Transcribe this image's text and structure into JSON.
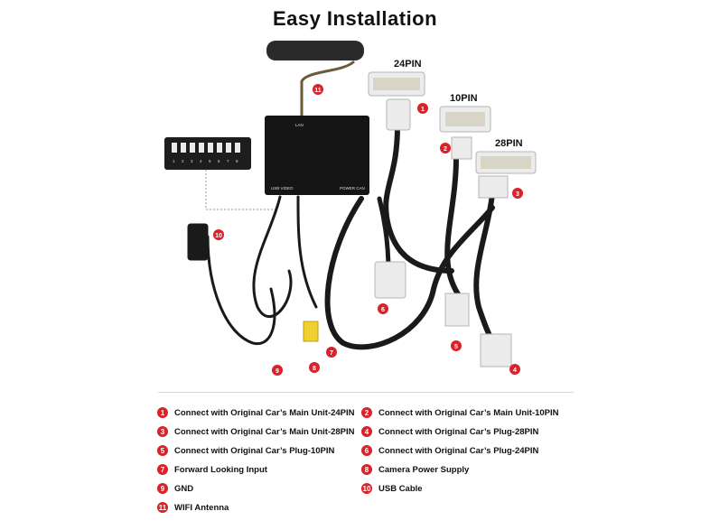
{
  "title": "Easy Installation",
  "connector_labels": {
    "pin24": "24PIN",
    "pin10": "10PIN",
    "pin28": "28PIN"
  },
  "box_labels": {
    "lan": "LAN",
    "usb_video": "USB VIDEO",
    "power_can": "POWER CAN"
  },
  "switch_numbers": [
    "1",
    "2",
    "3",
    "4",
    "5",
    "6",
    "7",
    "8"
  ],
  "markers": [
    "1",
    "2",
    "3",
    "4",
    "5",
    "6",
    "7",
    "8",
    "9",
    "10",
    "11"
  ],
  "legend": [
    {
      "num": "1",
      "text": "Connect with Original Car’s Main Unit-24PIN"
    },
    {
      "num": "2",
      "text": "Connect with Original Car’s Main Unit-10PIN"
    },
    {
      "num": "3",
      "text": "Connect with Original Car’s Main Unit-28PIN"
    },
    {
      "num": "4",
      "text": "Connect with Original Car’s Plug-28PIN"
    },
    {
      "num": "5",
      "text": "Connect with Original Car’s Plug-10PIN"
    },
    {
      "num": "6",
      "text": "Connect with Original Car’s Plug-24PIN"
    },
    {
      "num": "7",
      "text": "Forward Looking Input"
    },
    {
      "num": "8",
      "text": "Camera Power Supply"
    },
    {
      "num": "9",
      "text": "GND"
    },
    {
      "num": "10",
      "text": "USB Cable"
    },
    {
      "num": "11",
      "text": "WIFI Antenna"
    }
  ],
  "colors": {
    "badge": "#d8232a",
    "cable": "#1a1a1a",
    "connector": "#e8e8e8"
  }
}
